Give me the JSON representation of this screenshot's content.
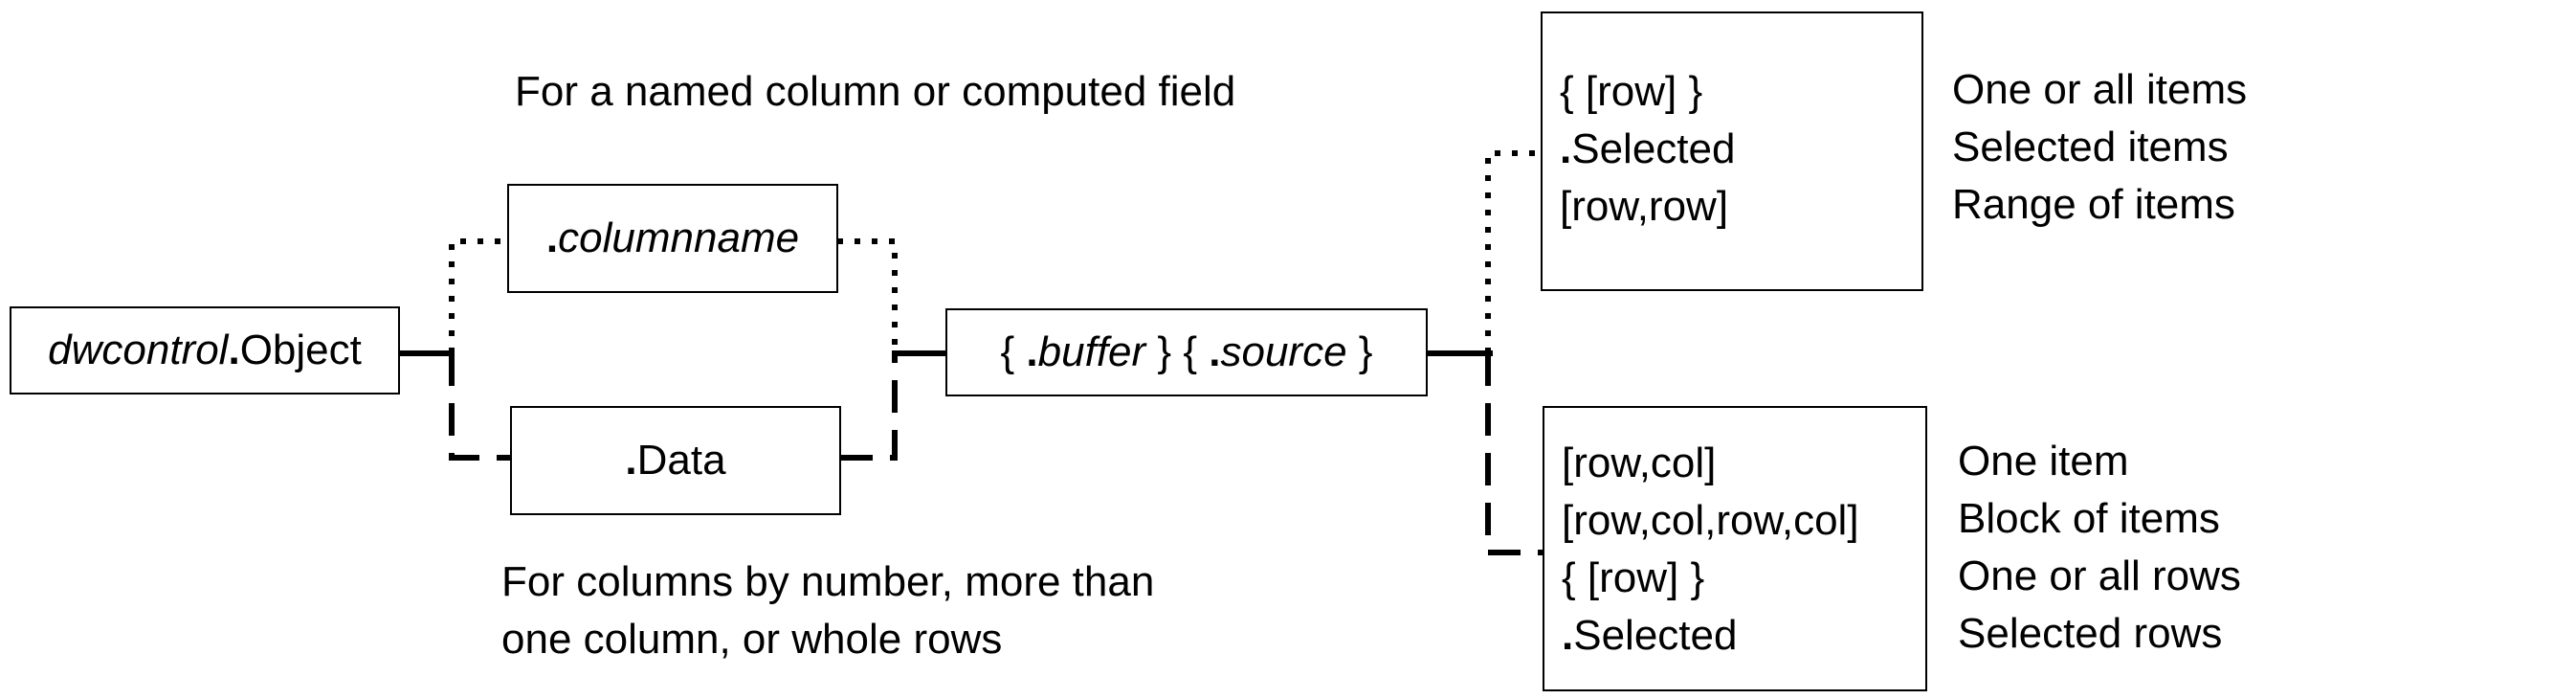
{
  "captions": {
    "top": "For a named column or computed field",
    "bottom_line1": "For columns by number, more than",
    "bottom_line2": "one column, or whole rows"
  },
  "nodes": {
    "root": {
      "italic": "dwcontrol",
      "dot": ".",
      "plain": "Object"
    },
    "columnname": {
      "dot": ".",
      "italic": "columnname"
    },
    "data": {
      "dot": ".",
      "plain": "Data"
    },
    "buffer_source": {
      "open1": "{ ",
      "dot1": ".",
      "buffer": "buffer",
      "close1": " }",
      "open2": " { ",
      "dot2": ".",
      "source": "source",
      "close2": " }"
    }
  },
  "upper_box": {
    "items": [
      {
        "syntax": "{ [row] }",
        "meaning": "One or all items"
      },
      {
        "syntax_dot": ".",
        "syntax": "Selected",
        "meaning": "Selected items"
      },
      {
        "syntax": "[row,row]",
        "meaning": "Range of items"
      }
    ]
  },
  "lower_box": {
    "items": [
      {
        "syntax": "[row,col]",
        "meaning": "One item"
      },
      {
        "syntax": "[row,col,row,col]",
        "meaning": "Block of items"
      },
      {
        "syntax": "{ [row] }",
        "meaning": "One or all rows"
      },
      {
        "syntax_dot": ".",
        "syntax": "Selected",
        "meaning": "Selected rows"
      }
    ]
  }
}
